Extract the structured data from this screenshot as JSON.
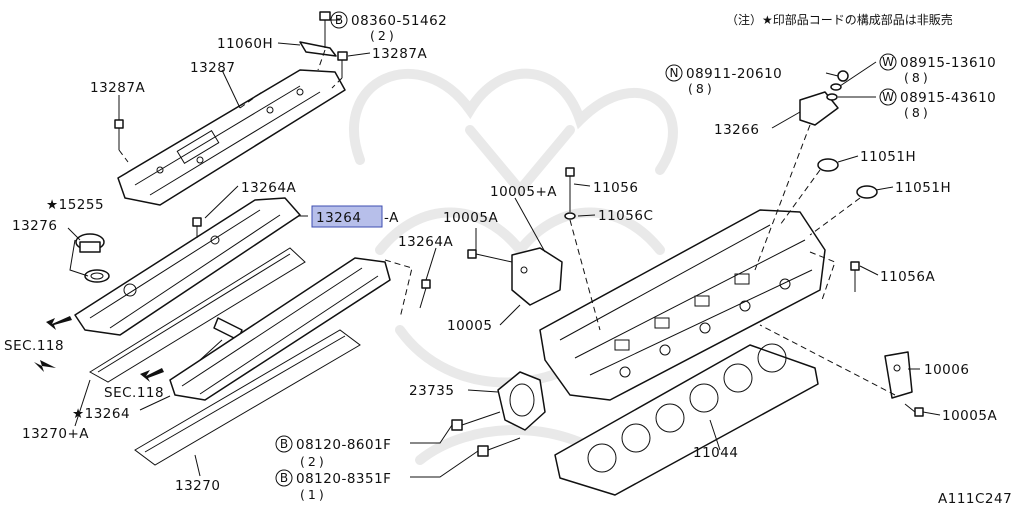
{
  "note": "（注）★印部品コードの構成部品は非販売",
  "diagram_code": "A111C247",
  "sec_refs": [
    "SEC.118",
    "SEC.118"
  ],
  "highlighted_part": "13264-A",
  "labels": {
    "l_08360": {
      "prefix": "B",
      "text": "08360-51462",
      "qty": "(2)"
    },
    "l_11060h": {
      "text": "11060H"
    },
    "l_13287a_top": {
      "text": "13287A"
    },
    "l_13287": {
      "text": "13287"
    },
    "l_13287a_left": {
      "text": "13287A"
    },
    "l_15255": {
      "text": "★15255"
    },
    "l_13276": {
      "text": "13276"
    },
    "l_13264a_1": {
      "text": "13264A"
    },
    "l_13264a_hl": {
      "text": "13264",
      "suffix": "-A"
    },
    "l_13264a_2": {
      "text": "13264A"
    },
    "l_13264star": {
      "text": "★13264"
    },
    "l_13270a": {
      "text": "13270+A"
    },
    "l_13270": {
      "text": "13270"
    },
    "l_10005a_plus": {
      "text": "10005+A"
    },
    "l_11056": {
      "text": "11056"
    },
    "l_11056c": {
      "text": "11056C"
    },
    "l_10005a_1": {
      "text": "10005A"
    },
    "l_10005": {
      "text": "10005"
    },
    "l_23735": {
      "text": "23735"
    },
    "l_08120_8601": {
      "prefix": "B",
      "text": "08120-8601F",
      "qty": "(2)"
    },
    "l_08120_8351": {
      "prefix": "B",
      "text": "08120-8351F",
      "qty": "(1)"
    },
    "l_11044": {
      "text": "11044"
    },
    "l_10006": {
      "text": "10006"
    },
    "l_10005a_2": {
      "text": "10005A"
    },
    "l_11056a": {
      "text": "11056A"
    },
    "l_11051h_1": {
      "text": "11051H"
    },
    "l_11051h_2": {
      "text": "11051H"
    },
    "l_13266": {
      "text": "13266"
    },
    "l_08911": {
      "prefix": "N",
      "text": "08911-20610",
      "qty": "(8)"
    },
    "l_08915_13610": {
      "prefix": "W",
      "text": "08915-13610",
      "qty": "(8)"
    },
    "l_08915_43610": {
      "prefix": "W",
      "text": "08915-43610",
      "qty": "(8)"
    }
  }
}
